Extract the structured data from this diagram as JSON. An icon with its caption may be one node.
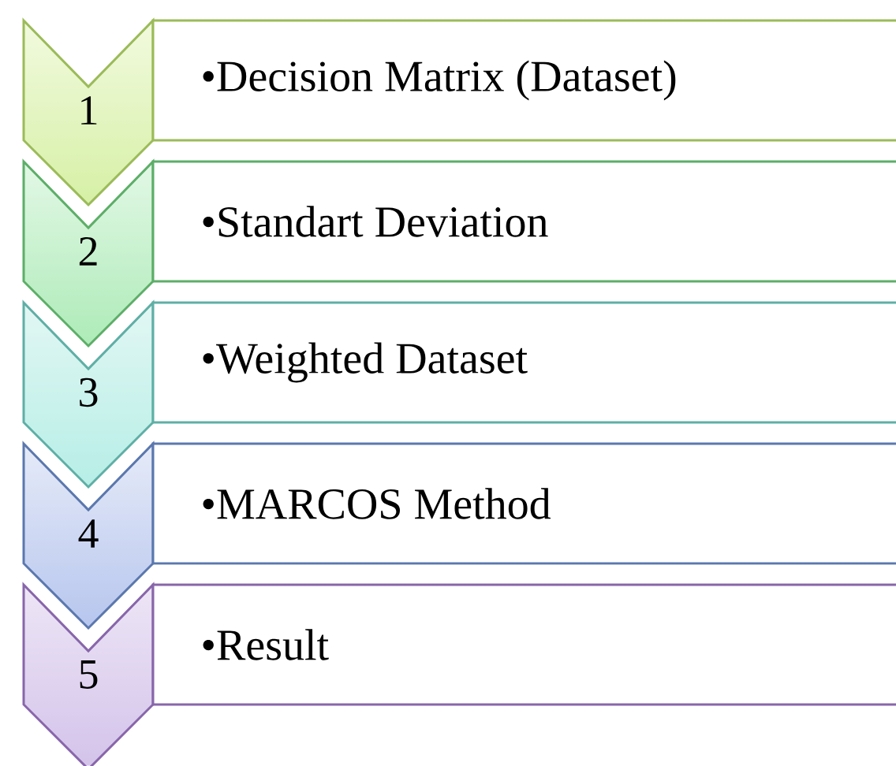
{
  "diagram": {
    "nodes": [
      {
        "text": [
          "1"
        ]
      },
      {
        "text": [
          "•Decision Matrix (Dataset)"
        ]
      },
      {
        "text": [
          "2"
        ]
      },
      {
        "text": [
          "•Standart Deviation"
        ]
      },
      {
        "text": [
          "3"
        ]
      },
      {
        "text": [
          "•Weighted Dataset"
        ]
      },
      {
        "text": [
          "4"
        ]
      },
      {
        "text": [
          "•MARCOS Method"
        ]
      },
      {
        "text": [
          "5"
        ]
      },
      {
        "text": [
          "•Result"
        ]
      }
    ]
  }
}
